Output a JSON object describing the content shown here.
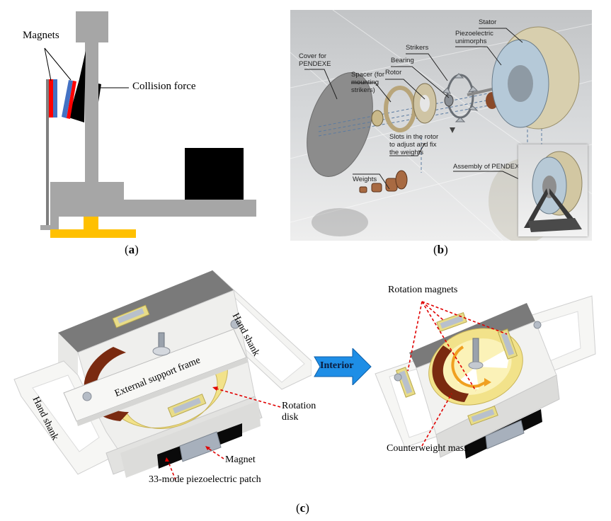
{
  "panels": {
    "a": {
      "caption_letter": "a",
      "labels": {
        "magnets": "Magnets",
        "collision_force": "Collision force"
      },
      "colors": {
        "frame": "#a6a6a6",
        "magnet_red": "#ff0000",
        "magnet_blue": "#4472c4",
        "striker": "#000000",
        "base": "#ffc000",
        "mass": "#000000",
        "post": "#7f7f7f"
      }
    },
    "b": {
      "caption_letter": "b",
      "labels": {
        "cover": "Cover for PENDEXE",
        "spacer": "Spacer (for mounting strikers)",
        "rotor": "Rotor",
        "bearing": "Bearing",
        "strikers": "Strikers",
        "piezo": "Piezoelectric unimorphs",
        "stator": "Stator",
        "slots": "Slots in the rotor to adjust and fix the weights",
        "weights": "Weights",
        "assembly": "Assembly of PENDEXE"
      }
    },
    "c": {
      "caption_letter": "c",
      "labels": {
        "hand_shank_right": "Hand shank",
        "hand_shank_left": "Hand shank",
        "external_support_frame": "External support frame",
        "rotation_disk": "Rotation disk",
        "magnet": "Magnet",
        "piezo_patch": "33-mode piezoelectric patch",
        "interior_arrow": "Interior",
        "rotation_magnets": "Rotation magnets",
        "counterweight_mass": "Counterweight mass"
      },
      "colors": {
        "arrow": "#1e8ee6",
        "leader": "#e00000",
        "disk": "#f2e28a",
        "counterweight": "#7a2a10"
      }
    }
  }
}
